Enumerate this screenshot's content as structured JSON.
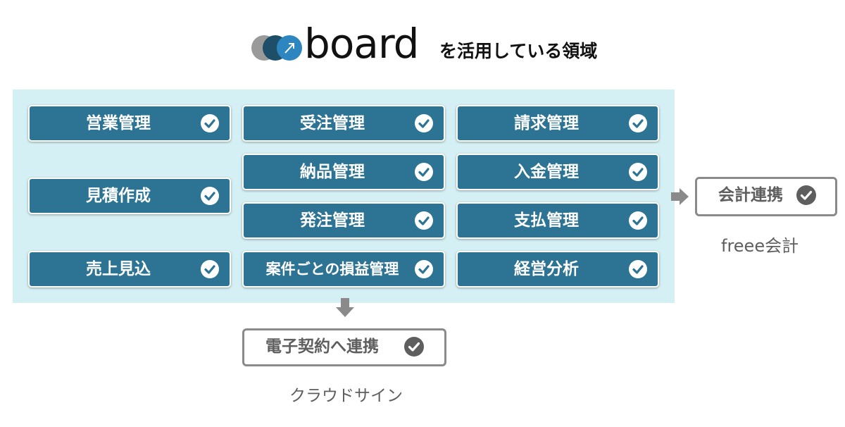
{
  "header": {
    "brand": "board",
    "subtitle": "を活用している領域"
  },
  "colors": {
    "tile": "#2c7394",
    "panel": "#d5f0f4",
    "connector_border": "#8a8a8a",
    "check": "#5e5e5e"
  },
  "tiles": [
    "営業管理",
    "受注管理",
    "請求管理",
    "納品管理",
    "入金管理",
    "見積作成",
    "発注管理",
    "支払管理",
    "売上見込",
    "案件ごとの損益管理",
    "経営分析"
  ],
  "integrations": {
    "accounting": {
      "label": "会計連携",
      "service": "freee会計"
    },
    "contract": {
      "label": "電子契約へ連携",
      "service": "クラウドサイン"
    }
  }
}
